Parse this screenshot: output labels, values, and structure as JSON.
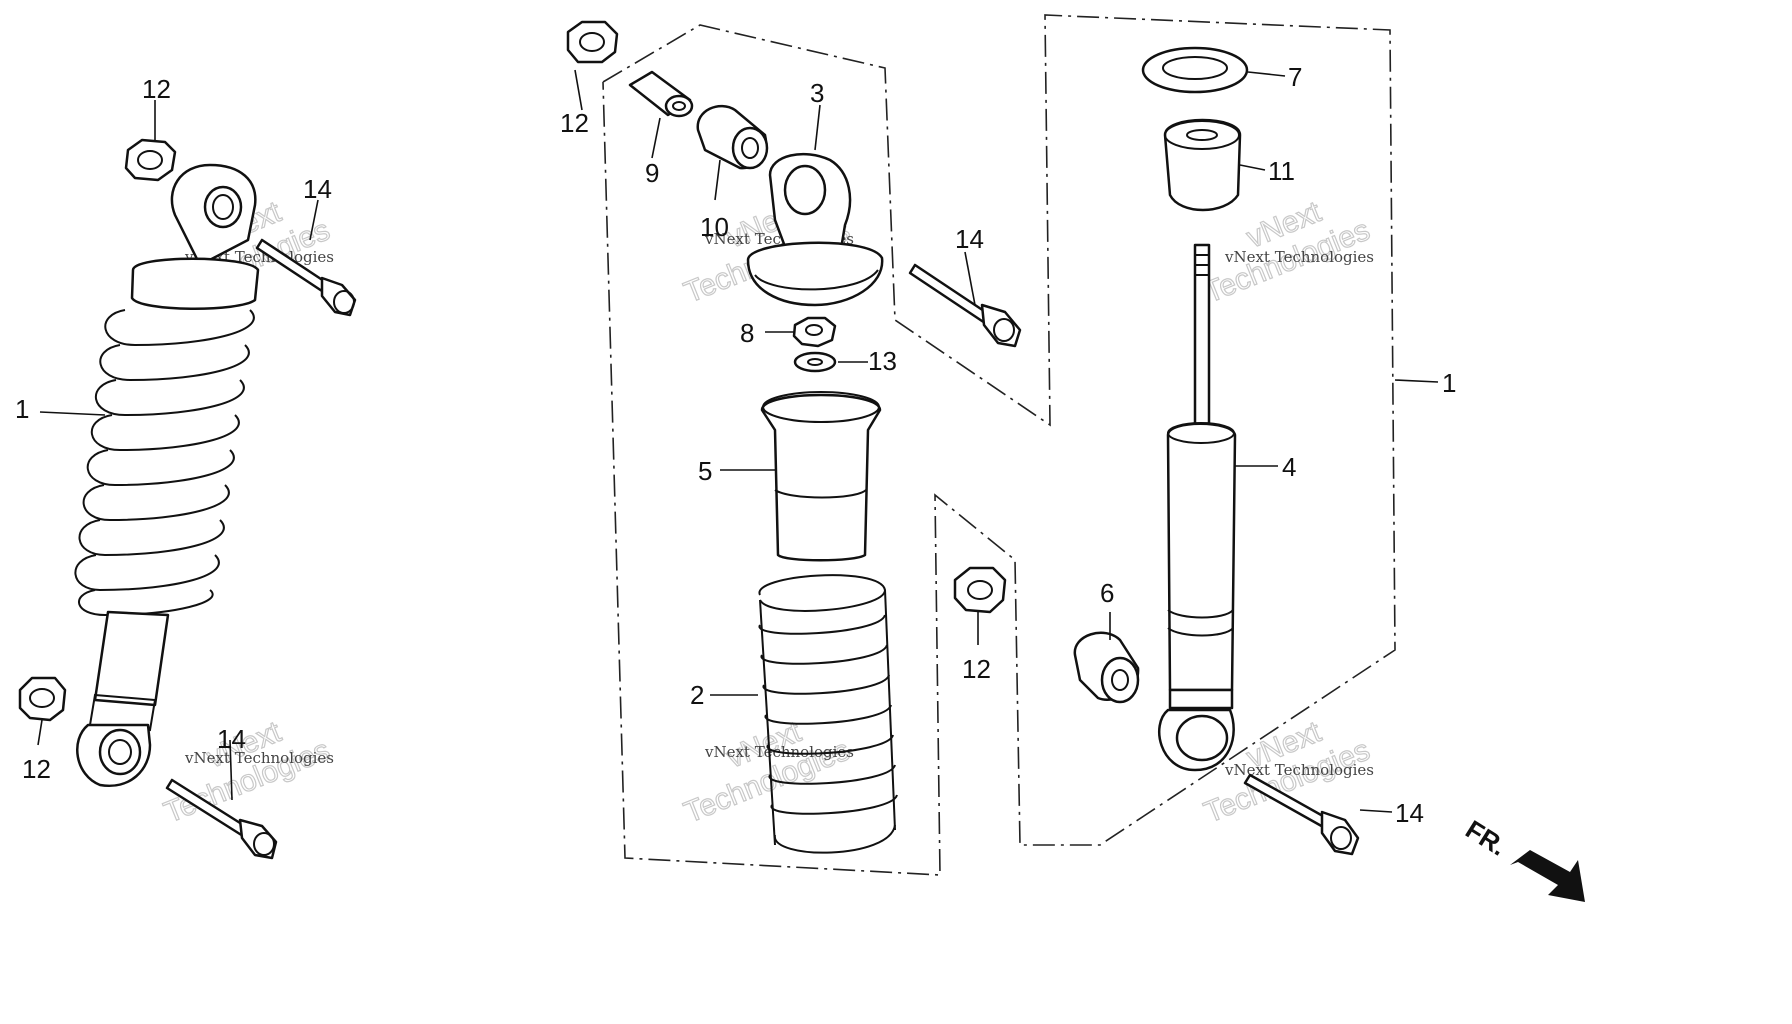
{
  "diagram": {
    "front_marker": "FR.",
    "watermark": {
      "line1": "vNext",
      "line2": "Technologies",
      "caption": "vNext Technologies"
    },
    "callouts": {
      "left_12_top": "12",
      "left_14_top": "14",
      "left_1": "1",
      "left_12_bottom": "12",
      "left_14_bottom": "14",
      "mid_12_top": "12",
      "mid_9": "9",
      "mid_10": "10",
      "mid_3": "3",
      "mid_14": "14",
      "mid_8": "8",
      "mid_13": "13",
      "mid_5": "5",
      "mid_2": "2",
      "mid_12_bottom": "12",
      "right_7": "7",
      "right_11": "11",
      "right_1": "1",
      "right_4": "4",
      "right_6": "6",
      "right_14": "14"
    }
  }
}
